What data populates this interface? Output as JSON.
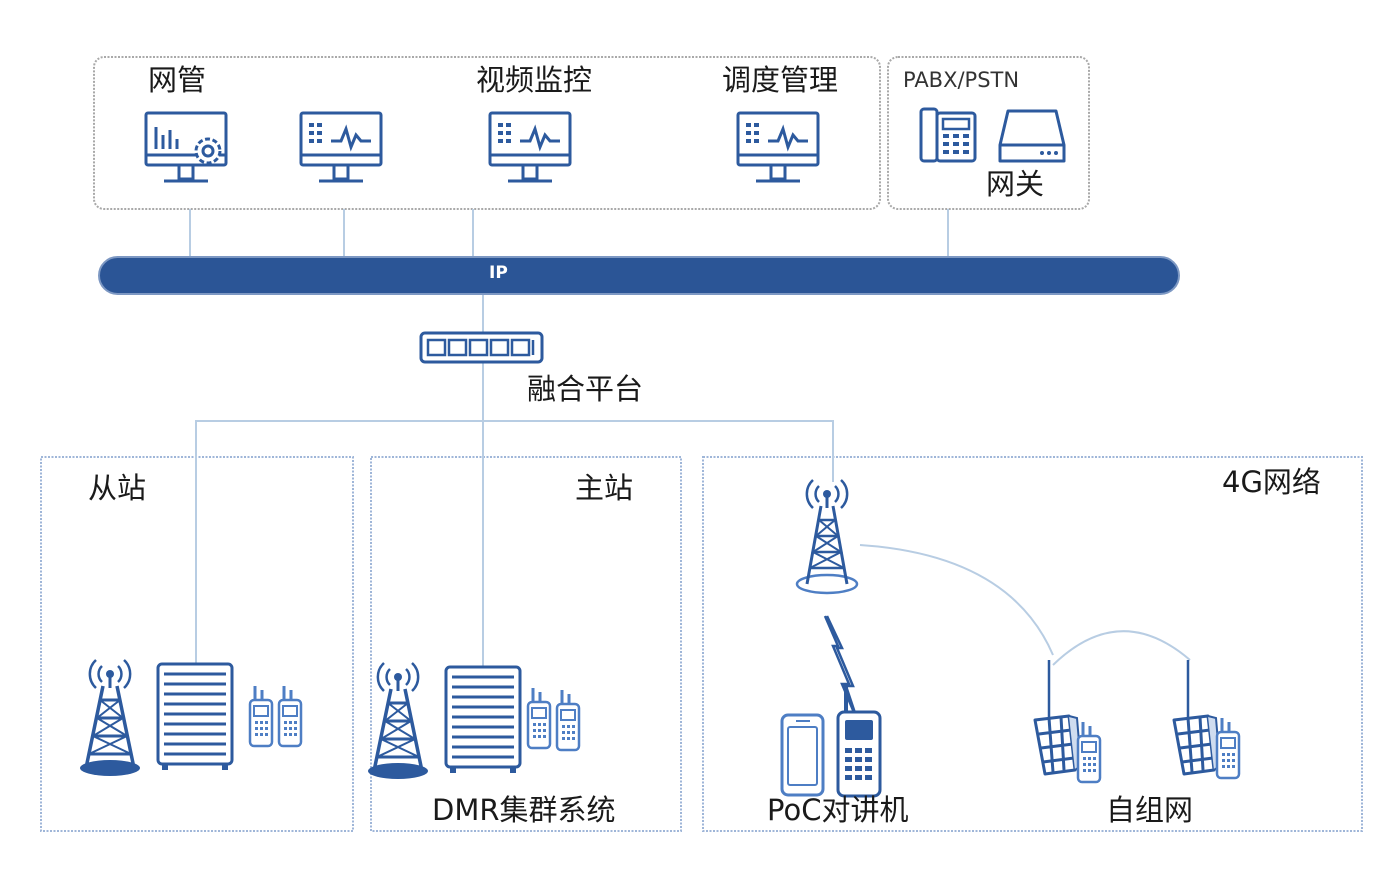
{
  "colors": {
    "accent": "#2d5a9e",
    "accent_light": "#4e7ec4",
    "line": "#b8cde3",
    "box_border_solid": "#a9a9a9",
    "box_border_dashed": "#9fb6d8",
    "bus": "#2b5596"
  },
  "top": {
    "nms_label": "网管",
    "video_label": "视频监控",
    "dispatch_label": "调度管理",
    "pabx_label": "PABX/PSTN",
    "gateway_label": "网关"
  },
  "bus": {
    "label": "IP"
  },
  "platform": {
    "label": "融合平台"
  },
  "slave": {
    "label": "从站"
  },
  "master": {
    "label": "主站",
    "system_label": "DMR集群系统"
  },
  "lte": {
    "label": "4G网络",
    "poc_label": "PoC对讲机",
    "adhoc_label": "自组网"
  },
  "icons": [
    "nms-monitor-icon",
    "monitor-icon",
    "phone-icon",
    "gateway-icon",
    "server-icon",
    "tower-icon",
    "cabinet-icon",
    "radio-icon",
    "phone-terminal-icon",
    "lightning-icon",
    "portable-station-icon"
  ]
}
